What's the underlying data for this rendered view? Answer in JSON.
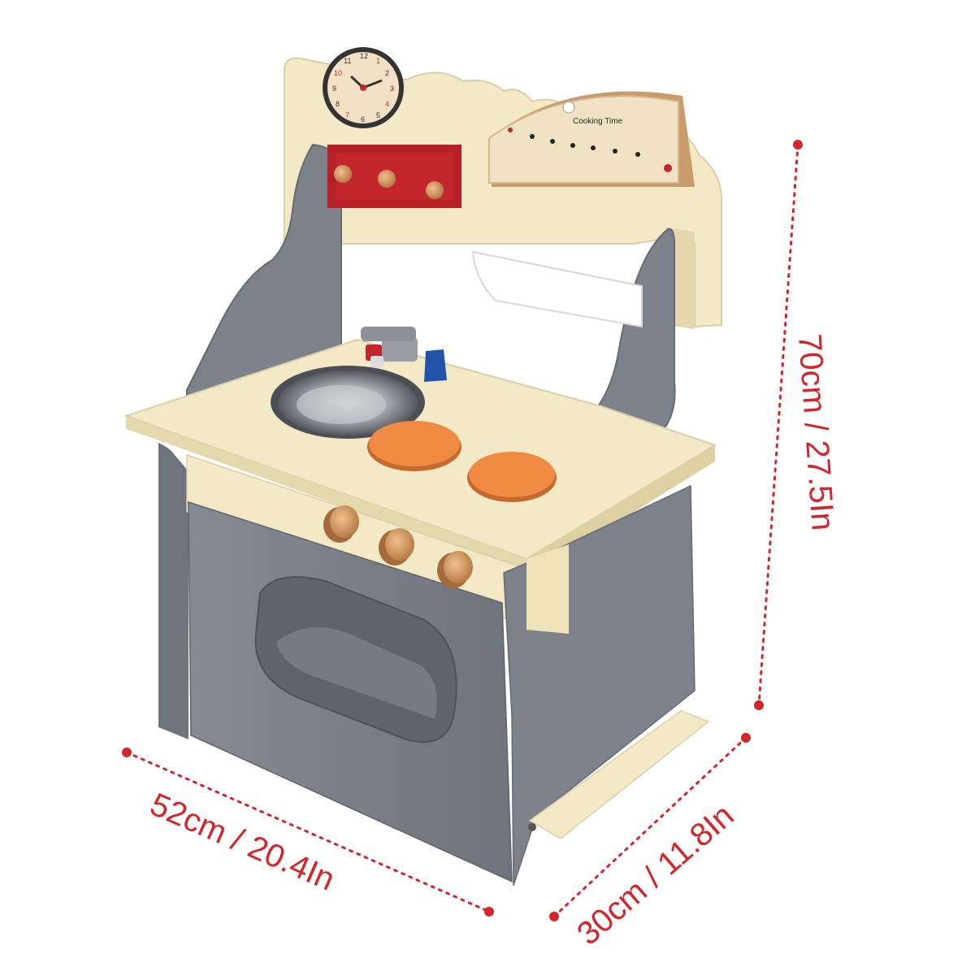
{
  "image": {
    "subject": "Wooden toy play kitchen with dimension annotations",
    "colors": {
      "cream": "#f3e9c6",
      "grey": "#7f838c",
      "dim_red": "#d2262a",
      "orange": "#f08a42",
      "wood": "#d9a06b",
      "hook_red": "#b82028"
    }
  },
  "dimensions": {
    "height": "70cm / 27.5In",
    "width": "52cm / 20.4In",
    "depth": "30cm / 11.8In"
  },
  "clock": {
    "numbers": [
      "12",
      "1",
      "2",
      "3",
      "4",
      "5",
      "6",
      "7",
      "8",
      "9",
      "10",
      "11"
    ]
  },
  "timer": {
    "label": "Cooking Time"
  },
  "icons": [
    "clock-icon",
    "faucet-icon",
    "knob-icon",
    "burner-icon"
  ]
}
